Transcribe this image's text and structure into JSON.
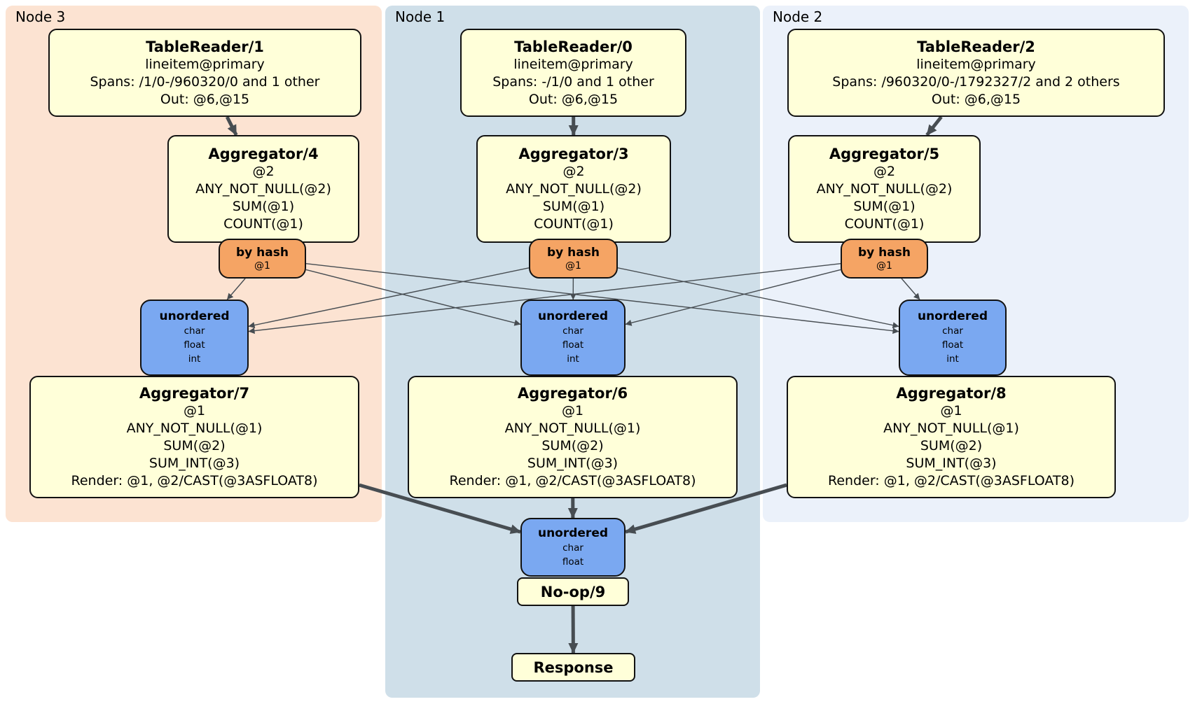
{
  "regions": {
    "node3": {
      "label": "Node 3"
    },
    "node1": {
      "label": "Node 1"
    },
    "node2": {
      "label": "Node 2"
    }
  },
  "boxes": {
    "tr1": {
      "title": "TableReader/1",
      "lines": [
        "lineitem@primary",
        "Spans: /1/0-/960320/0 and 1 other",
        "Out: @6,@15"
      ]
    },
    "tr0": {
      "title": "TableReader/0",
      "lines": [
        "lineitem@primary",
        "Spans: -/1/0 and 1 other",
        "Out: @6,@15"
      ]
    },
    "tr2": {
      "title": "TableReader/2",
      "lines": [
        "lineitem@primary",
        "Spans: /960320/0-/1792327/2 and 2 others",
        "Out: @6,@15"
      ]
    },
    "agg4": {
      "title": "Aggregator/4",
      "lines": [
        "@2",
        "ANY_NOT_NULL(@2)",
        "SUM(@1)",
        "COUNT(@1)"
      ]
    },
    "agg3": {
      "title": "Aggregator/3",
      "lines": [
        "@2",
        "ANY_NOT_NULL(@2)",
        "SUM(@1)",
        "COUNT(@1)"
      ]
    },
    "agg5": {
      "title": "Aggregator/5",
      "lines": [
        "@2",
        "ANY_NOT_NULL(@2)",
        "SUM(@1)",
        "COUNT(@1)"
      ]
    },
    "r3": {
      "title": "by hash",
      "lines": [
        "@1"
      ]
    },
    "r1": {
      "title": "by hash",
      "lines": [
        "@1"
      ]
    },
    "r2": {
      "title": "by hash",
      "lines": [
        "@1"
      ]
    },
    "s3": {
      "title": "unordered",
      "lines": [
        "char",
        "float",
        "int"
      ]
    },
    "s1": {
      "title": "unordered",
      "lines": [
        "char",
        "float",
        "int"
      ]
    },
    "s2": {
      "title": "unordered",
      "lines": [
        "char",
        "float",
        "int"
      ]
    },
    "agg7": {
      "title": "Aggregator/7",
      "lines": [
        "@1",
        "ANY_NOT_NULL(@1)",
        "SUM(@2)",
        "SUM_INT(@3)",
        "Render: @1, @2/CAST(@3ASFLOAT8)"
      ]
    },
    "agg6": {
      "title": "Aggregator/6",
      "lines": [
        "@1",
        "ANY_NOT_NULL(@1)",
        "SUM(@2)",
        "SUM_INT(@3)",
        "Render: @1, @2/CAST(@3ASFLOAT8)"
      ]
    },
    "agg8": {
      "title": "Aggregator/8",
      "lines": [
        "@1",
        "ANY_NOT_NULL(@1)",
        "SUM(@2)",
        "SUM_INT(@3)",
        "Render: @1, @2/CAST(@3ASFLOAT8)"
      ]
    },
    "fsync": {
      "title": "unordered",
      "lines": [
        "char",
        "float"
      ]
    },
    "noop": {
      "title": "No-op/9"
    },
    "resp": {
      "title": "Response"
    }
  },
  "edges": [
    {
      "from": "r3",
      "to": "s3",
      "kind": "thin"
    },
    {
      "from": "r3",
      "to": "s1",
      "kind": "thin"
    },
    {
      "from": "r3",
      "to": "s2",
      "kind": "thin"
    },
    {
      "from": "r1",
      "to": "s3",
      "kind": "thin"
    },
    {
      "from": "r1",
      "to": "s1",
      "kind": "thin"
    },
    {
      "from": "r1",
      "to": "s2",
      "kind": "thin"
    },
    {
      "from": "r2",
      "to": "s3",
      "kind": "thin"
    },
    {
      "from": "r2",
      "to": "s1",
      "kind": "thin"
    },
    {
      "from": "r2",
      "to": "s2",
      "kind": "thin"
    },
    {
      "from": "tr1",
      "to": "agg4",
      "kind": "thick"
    },
    {
      "from": "tr0",
      "to": "agg3",
      "kind": "thick"
    },
    {
      "from": "tr2",
      "to": "agg5",
      "kind": "thick"
    },
    {
      "from": "agg7",
      "to": "fsync",
      "kind": "thick"
    },
    {
      "from": "agg6",
      "to": "fsync",
      "kind": "thick"
    },
    {
      "from": "agg8",
      "to": "fsync",
      "kind": "thick"
    },
    {
      "from": "noop",
      "to": "resp",
      "kind": "thick"
    }
  ],
  "colors": {
    "node3_bg": "#fce3d2",
    "node1_bg": "#cfdfe9",
    "node2_bg": "#ebf1fa",
    "processor_bg": "#ffffd9",
    "router_bg": "#f5a464",
    "sync_bg": "#7aa8f1",
    "edge": "#474d52",
    "border": "#111111"
  }
}
